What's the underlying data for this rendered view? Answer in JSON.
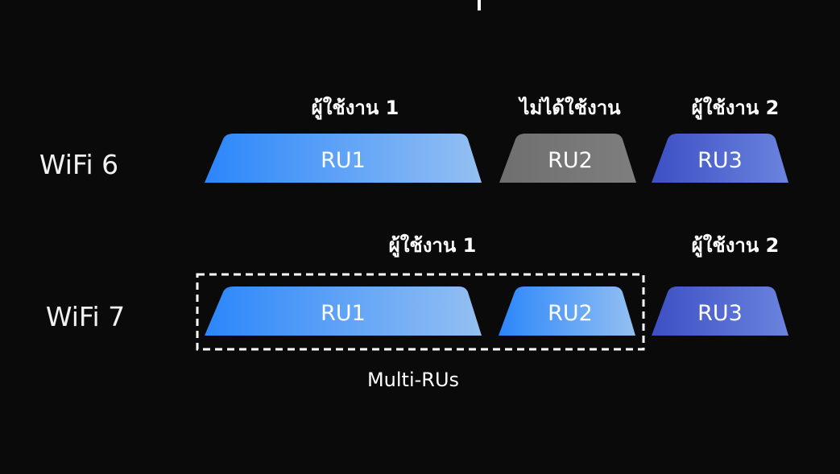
{
  "rows": [
    {
      "label": "WiFi 6",
      "users": [
        "ผู้ใช้งาน 1",
        "ไม่ได้ใช้งาน",
        "ผู้ใช้งาน 2"
      ],
      "blocks": [
        {
          "label": "RU1",
          "style": "blue"
        },
        {
          "label": "RU2",
          "style": "gray"
        },
        {
          "label": "RU3",
          "style": "indigo"
        }
      ]
    },
    {
      "label": "WiFi 7",
      "users": [
        "ผู้ใช้งาน 1",
        "ผู้ใช้งาน 2"
      ],
      "blocks": [
        {
          "label": "RU1",
          "style": "blue"
        },
        {
          "label": "RU2",
          "style": "blue"
        },
        {
          "label": "RU3",
          "style": "indigo"
        }
      ],
      "group_label": "Multi-RUs"
    }
  ],
  "colors": {
    "background": "#0a0a0a",
    "blue_start": "#2b86fb",
    "blue_end": "#94c0f2",
    "gray_start": "#6f6f6f",
    "gray_end": "#7e7e7e",
    "indigo_start": "#3d4fc4",
    "indigo_end": "#6a84de",
    "dash": "#ffffff"
  }
}
